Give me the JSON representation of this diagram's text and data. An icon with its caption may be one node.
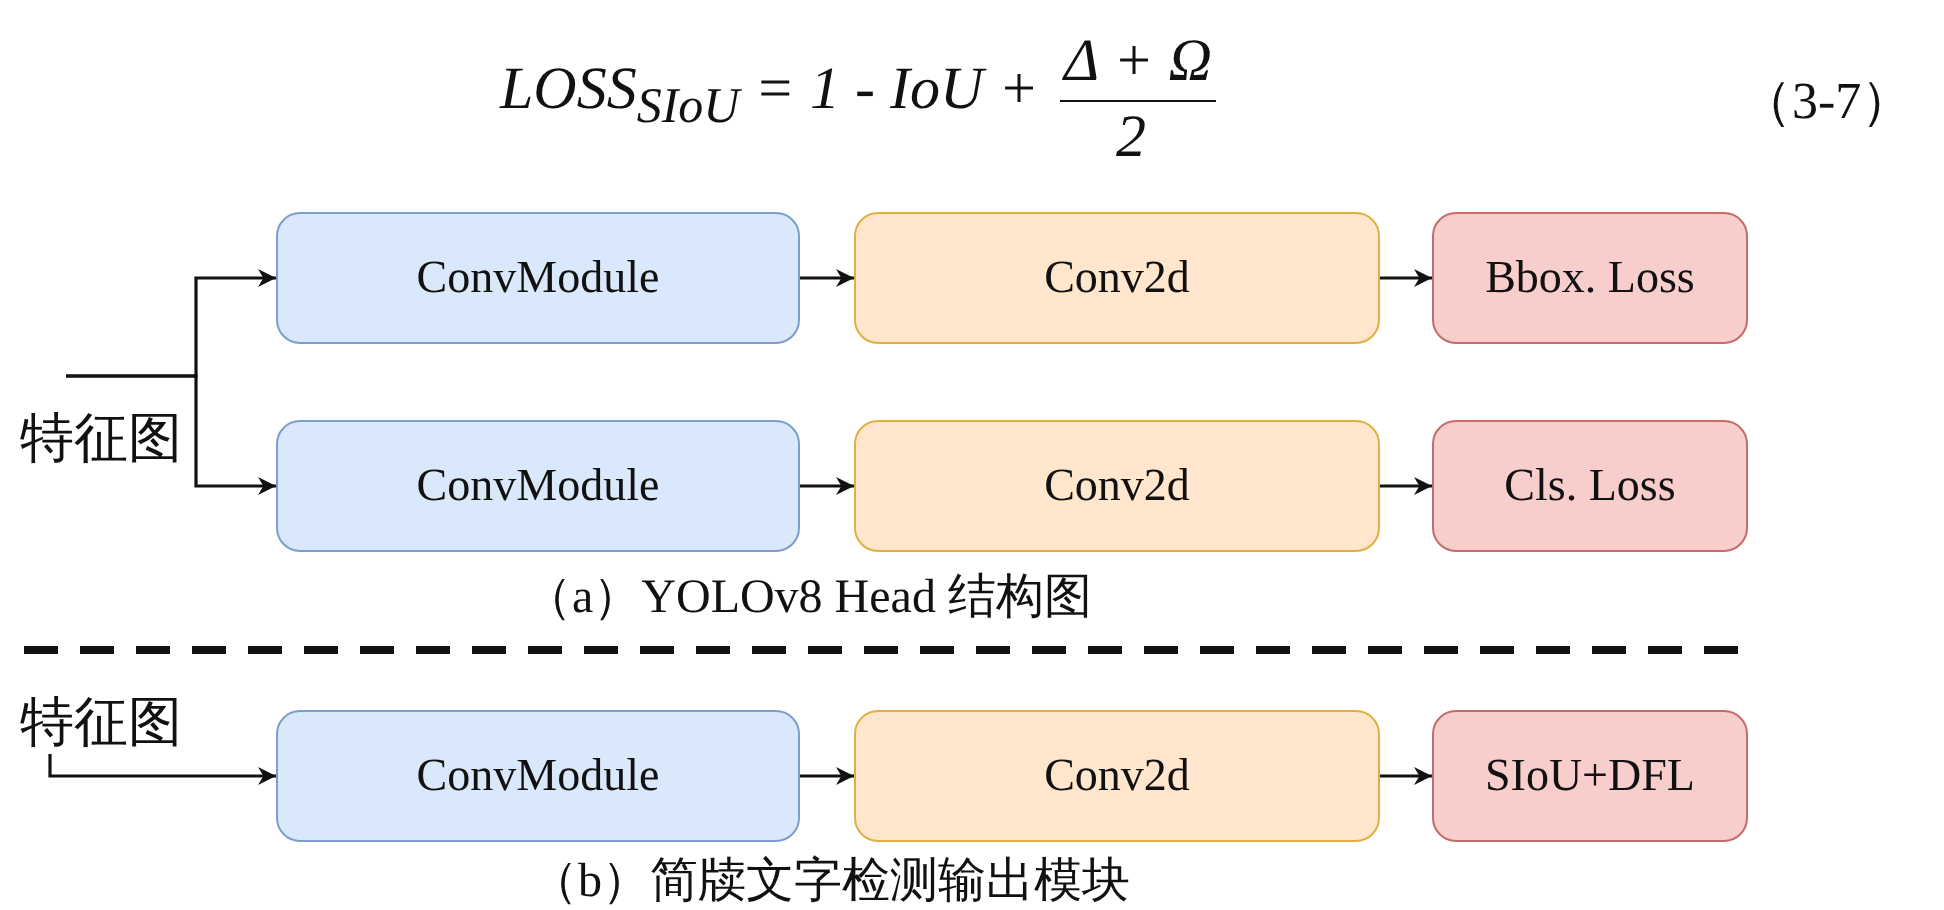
{
  "diagram": {
    "nodes": [
      {
        "text": [
          "ConvModule"
        ]
      },
      {
        "text": [
          "Conv2d"
        ]
      },
      {
        "text": [
          "Bbox. Loss"
        ]
      },
      {
        "text": [
          "ConvModule"
        ]
      },
      {
        "text": [
          "Conv2d"
        ]
      },
      {
        "text": [
          "Cls. Loss"
        ]
      },
      {
        "text": [
          "ConvModule"
        ]
      },
      {
        "text": [
          "Conv2d"
        ]
      },
      {
        "text": [
          "SIoU+DFL"
        ]
      },
      {
        "text": [
          "特征图"
        ]
      }
    ],
    "edges": [
      {
        "from": null,
        "to": 0,
        "arrow": "to"
      },
      {
        "from": null,
        "to": 3,
        "arrow": "to"
      },
      {
        "from": 0,
        "to": 1,
        "arrow": "to"
      },
      {
        "from": 1,
        "to": 2,
        "arrow": "to"
      },
      {
        "from": 3,
        "to": 4,
        "arrow": "to"
      },
      {
        "from": 4,
        "to": 5,
        "arrow": "to"
      },
      {
        "from": 9,
        "to": 6,
        "arrow": "to"
      },
      {
        "from": 6,
        "to": 7,
        "arrow": "to"
      },
      {
        "from": 7,
        "to": 8,
        "arrow": "to"
      }
    ],
    "labels": [
      "LOSS$_{SIoU}$ = 1 - IoU +",
      "Δ + Ω",
      "2",
      "（3-7）",
      "特征图",
      "（a）YOLOv8 Head 结构图",
      "（b）简牍文字检测输出模块"
    ]
  }
}
